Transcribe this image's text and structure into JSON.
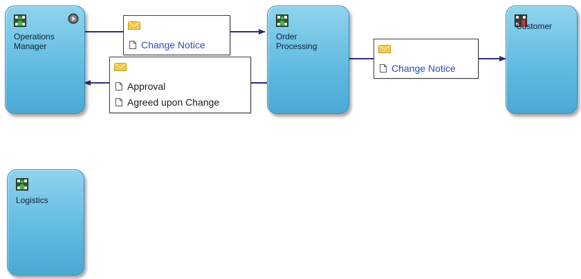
{
  "actors": {
    "operations_manager": {
      "label": "Operations\nManager",
      "icon": "worker-icon",
      "status_icon": "play-icon"
    },
    "order_processing": {
      "label": "Order\nProcessing",
      "icon": "worker-icon"
    },
    "customer": {
      "label": "Customer",
      "icon": "customer-icon"
    },
    "logistics": {
      "label": "Logistics",
      "icon": "worker-icon"
    }
  },
  "messages": {
    "change_notice_1": {
      "icon": "envelope-icon",
      "items": [
        "Change Notice"
      ]
    },
    "approval_box": {
      "icon": "envelope-icon",
      "items": [
        "Approval",
        "Agreed upon Change"
      ]
    },
    "change_notice_2": {
      "icon": "envelope-icon",
      "items": [
        "Change Notice"
      ]
    }
  },
  "colors": {
    "actor_fill": "#5fb9e0",
    "connector": "#2e2a7a",
    "link_text": "#2f4ab5",
    "envelope": "#f2c94c"
  }
}
